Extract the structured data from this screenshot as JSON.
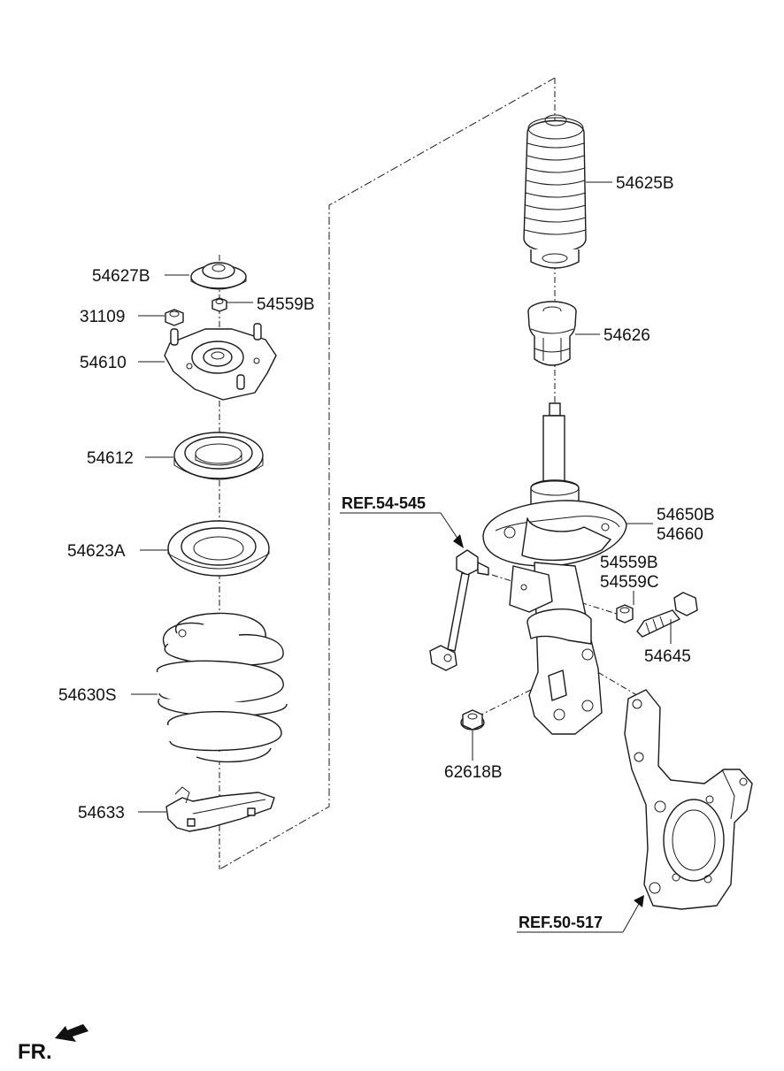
{
  "labels": {
    "p54627B": "54627B",
    "p31109": "31109",
    "p54559B_top": "54559B",
    "p54610": "54610",
    "p54612": "54612",
    "p54623A": "54623A",
    "p54630S": "54630S",
    "p54633": "54633",
    "p54625B": "54625B",
    "p54626": "54626",
    "p54650B": "54650B",
    "p54660": "54660",
    "p54559B_mid": "54559B",
    "p54559C": "54559C",
    "p54645": "54645",
    "p62618B": "62618B"
  },
  "refs": {
    "ref_stabilizer": "REF.54-545",
    "ref_knuckle": "REF.50-517"
  },
  "direction": {
    "label": "FR.",
    "icon": "front-direction-arrow-icon"
  },
  "colors": {
    "line": "#1a1a1a",
    "text": "#111111",
    "background": "#ffffff"
  }
}
